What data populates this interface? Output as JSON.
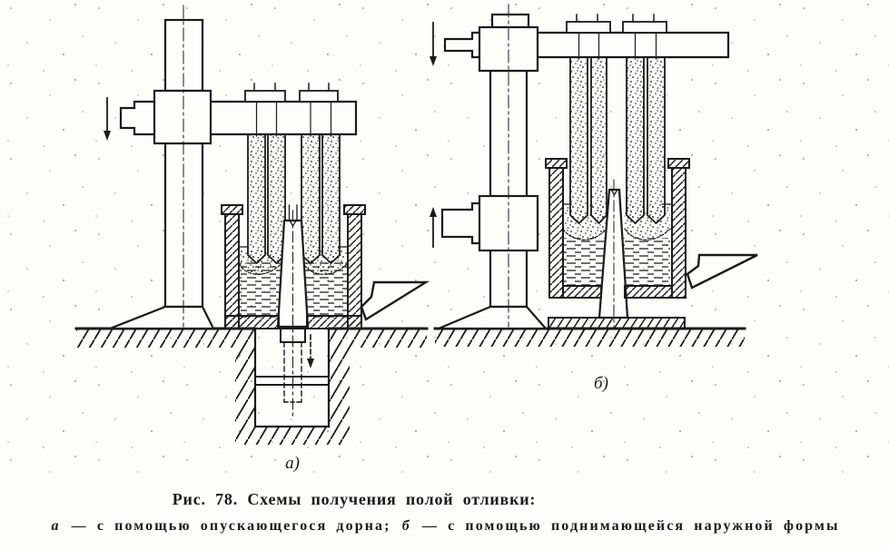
{
  "figure": {
    "caption": "Рис. 78. Схемы получения полой отливки:",
    "legend": {
      "a_key": "а",
      "a_text": "— с помощью опускающегося дорна;",
      "b_key": "б",
      "b_text": "— с помощью поднимающейся наружной формы"
    },
    "labels": {
      "a": "а)",
      "b": "б)"
    },
    "colors": {
      "ink": "#1a1a18",
      "paper": "#fdfdfa"
    }
  }
}
